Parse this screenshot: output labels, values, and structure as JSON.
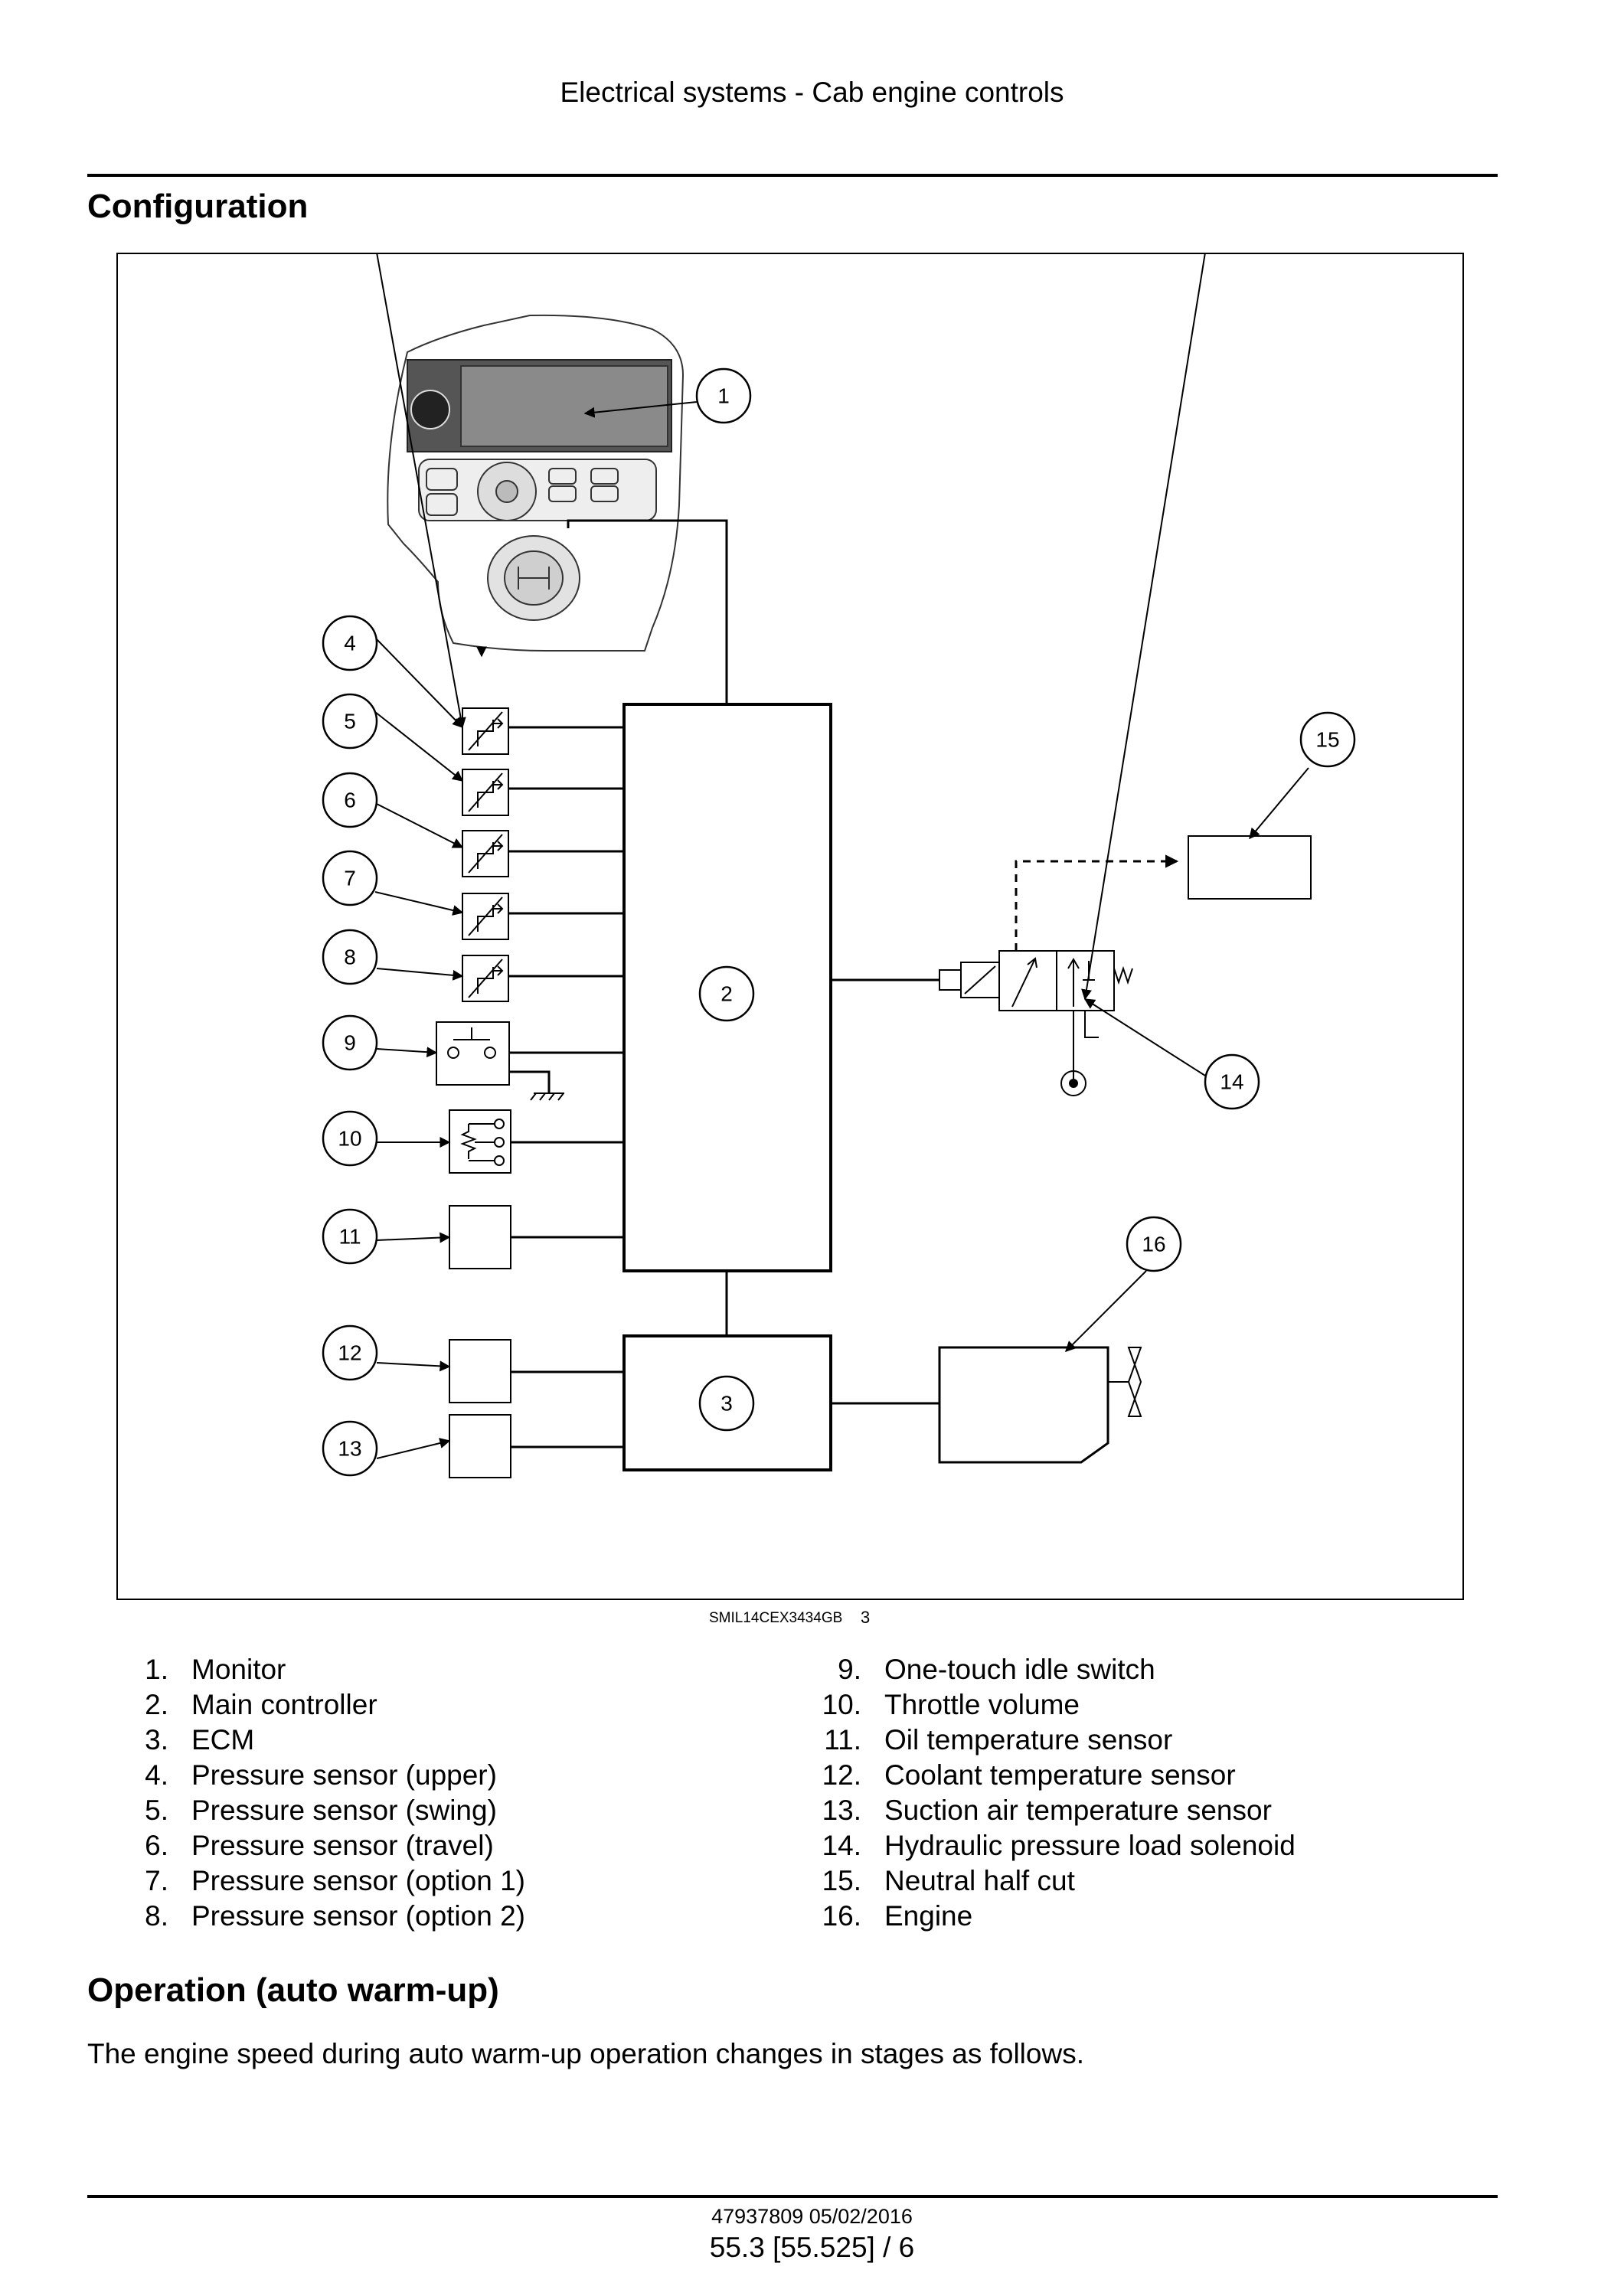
{
  "header": {
    "title": "Electrical systems - Cab engine controls"
  },
  "sections": {
    "configuration": "Configuration",
    "operation": "Operation (auto warm-up)"
  },
  "figure": {
    "code": "SMIL14CEX3434GB",
    "number": "3",
    "callouts": [
      "1",
      "2",
      "3",
      "4",
      "5",
      "6",
      "7",
      "8",
      "9",
      "10",
      "11",
      "12",
      "13",
      "14",
      "15",
      "16"
    ],
    "stroke_color": "#1a1a1a"
  },
  "legend": {
    "left": [
      {
        "num": "1.",
        "label": "Monitor"
      },
      {
        "num": "2.",
        "label": "Main controller"
      },
      {
        "num": "3.",
        "label": "ECM"
      },
      {
        "num": "4.",
        "label": "Pressure sensor (upper)"
      },
      {
        "num": "5.",
        "label": "Pressure sensor (swing)"
      },
      {
        "num": "6.",
        "label": "Pressure sensor (travel)"
      },
      {
        "num": "7.",
        "label": "Pressure sensor (option 1)"
      },
      {
        "num": "8.",
        "label": "Pressure sensor (option 2)"
      }
    ],
    "right": [
      {
        "num": "9.",
        "label": "One-touch idle switch"
      },
      {
        "num": "10.",
        "label": "Throttle volume"
      },
      {
        "num": "11.",
        "label": "Oil temperature sensor"
      },
      {
        "num": "12.",
        "label": "Coolant temperature sensor"
      },
      {
        "num": "13.",
        "label": "Suction air temperature sensor"
      },
      {
        "num": "14.",
        "label": "Hydraulic pressure load solenoid"
      },
      {
        "num": "15.",
        "label": "Neutral half cut"
      },
      {
        "num": "16.",
        "label": "Engine"
      }
    ]
  },
  "body_text": "The engine speed during auto warm-up operation changes in stages as follows.",
  "footer": {
    "doc_id": "47937809 05/02/2016",
    "page_ref": "55.3 [55.525] / 6"
  }
}
